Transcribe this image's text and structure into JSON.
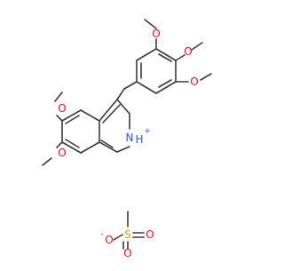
{
  "molecule": {
    "atom_labels": {
      "o_top": "O",
      "o_right": "O",
      "o_right_lower": "O",
      "o_left_upper": "O",
      "o_left_lower": "O",
      "n_ring": "N",
      "n_h": "H",
      "n_charge": "+",
      "s_center": "S",
      "o_sulfonate_left": "O",
      "o_sulfonate_left_charge": "-",
      "o_sulfonate_right": "O",
      "o_sulfonate_bottom": "O"
    },
    "colors": {
      "bond": "#3b3b3b",
      "oxygen": "#ff0d0d",
      "nitrogen": "#3050f8",
      "sulfur": "#c8a800",
      "background": "#ffffff"
    }
  }
}
